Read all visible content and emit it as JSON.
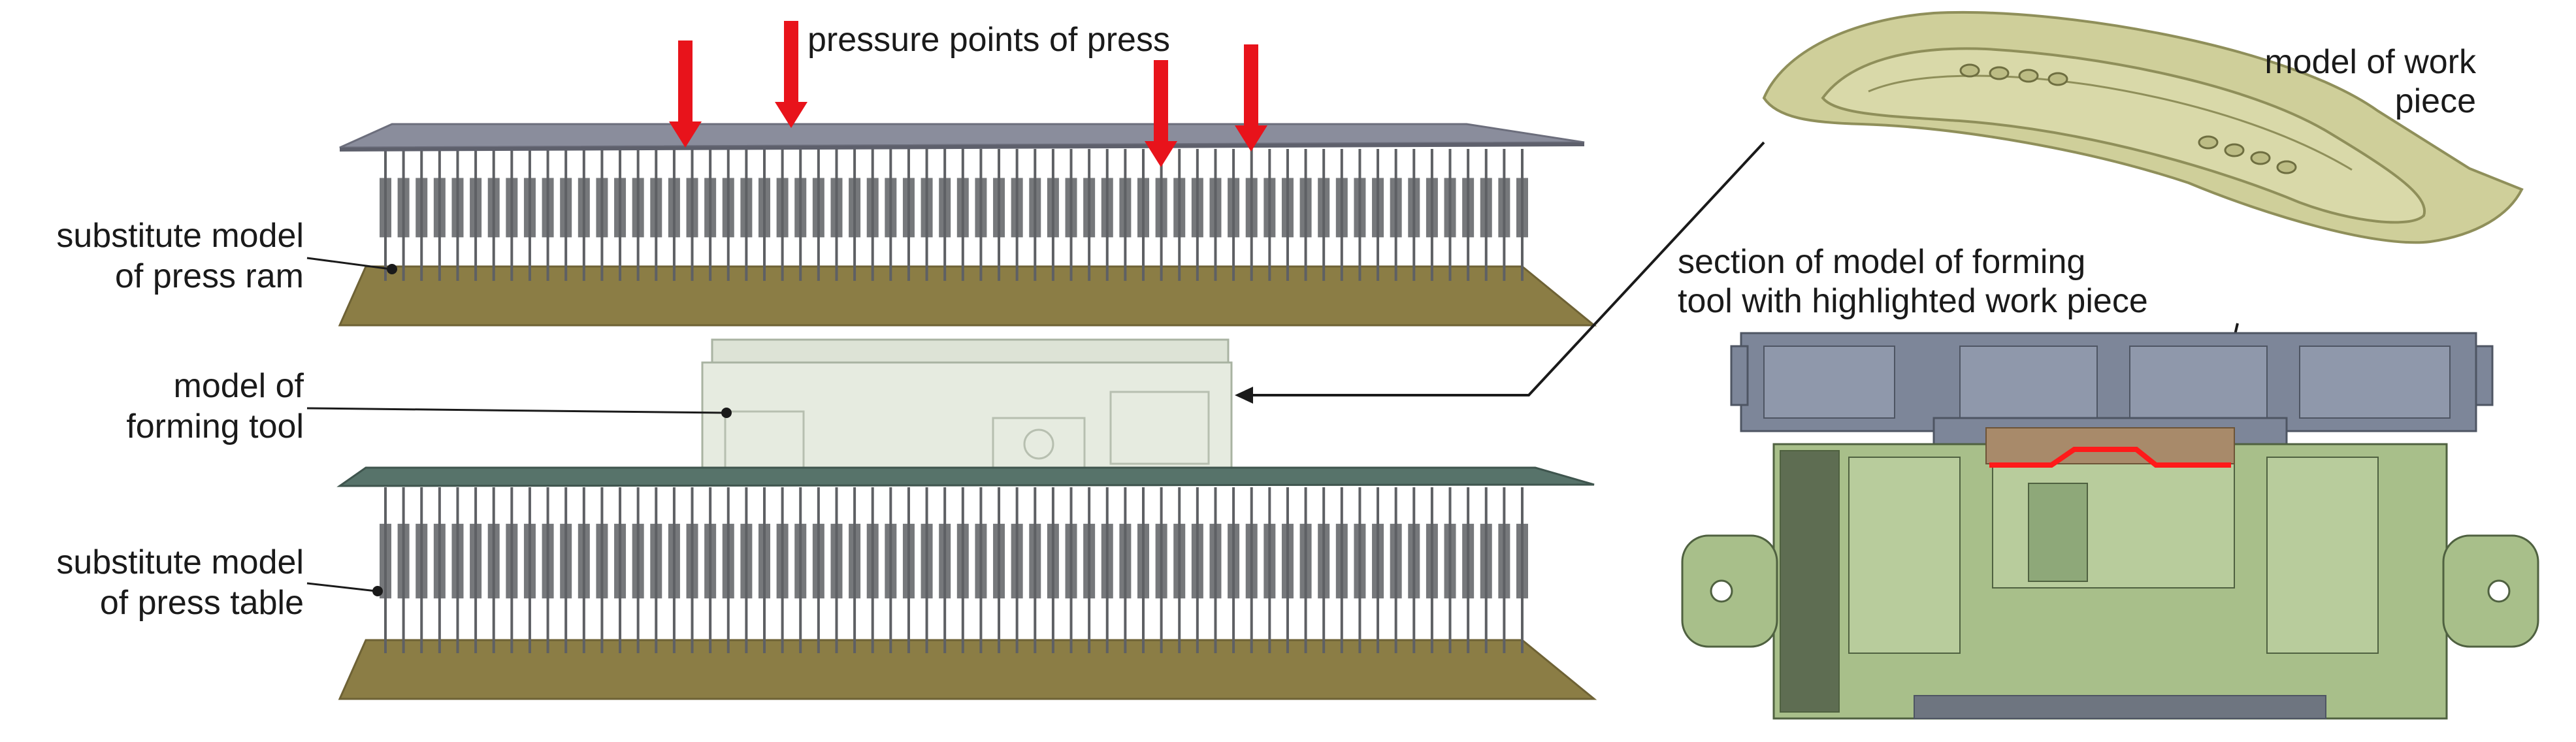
{
  "labels": {
    "pressure_points": "pressure points of press",
    "press_ram_line1": "substitute model",
    "press_ram_line2": "of press ram",
    "forming_tool_line1": "model of",
    "forming_tool_line2": "forming tool",
    "press_table_line1": "substitute model",
    "press_table_line2": "of press table",
    "work_piece_line1": "model of work",
    "work_piece_line2": "piece",
    "section_line1": "section of model of forming",
    "section_line2": "tool with highlighted work piece"
  },
  "colors": {
    "arrow": "#e8131b",
    "ram_plate": "#8a8d9c",
    "lower_plate": "#8b7d45",
    "table_plate": "#57736a",
    "spring": "#5e6064",
    "tool_block": "#e6ebe0",
    "work_piece": "#cfcf9a",
    "section_top": "#7d8699",
    "section_body": "#a8bf8a",
    "work_piece_section": "#a88a6a",
    "highlight": "#ff1a1a"
  },
  "icons": {
    "pressure_arrow": "down-arrow-icon",
    "leader_dot": "dot-icon"
  }
}
